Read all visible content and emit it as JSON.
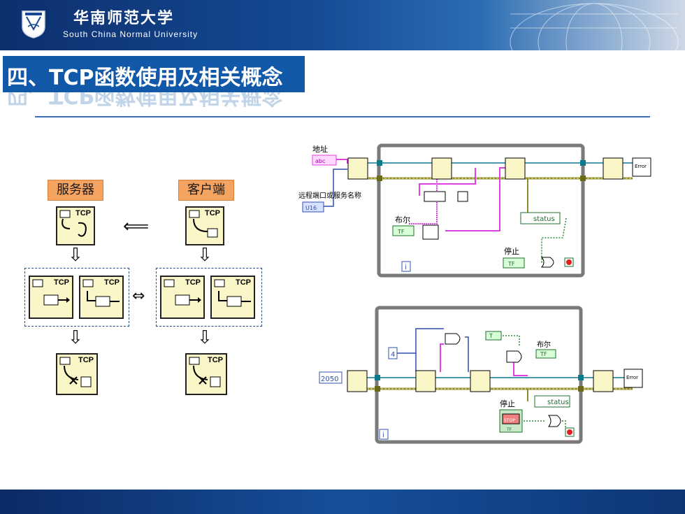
{
  "header": {
    "university_cn": "华南师范大学",
    "university_en": "South China Normal University"
  },
  "slide": {
    "title": "四、TCP函数使用及相关概念"
  },
  "flow": {
    "server_label": "服务器",
    "client_label": "客户端",
    "tcp_text": "TCP",
    "arrow_left": "⟸",
    "arrow_both": "⇔",
    "arrow_down": "⇩"
  },
  "block_top": {
    "address_label": "地址",
    "address_const": "abc",
    "port_label": "远程端口或服务名称",
    "port_const": "U16",
    "bool_label": "布尔",
    "bool_const": "TF",
    "stop_label": "停止",
    "stop_const": "TF",
    "status_label": "status",
    "loop_index": "i",
    "error_text": "Error"
  },
  "block_bottom": {
    "port_value": "2050",
    "num_const": "4",
    "bool_label": "布尔",
    "true_const": "T",
    "bool_indicator": "TF",
    "stop_label": "停止",
    "stop_button": "STOP",
    "stop_tf": "TF",
    "status_label": "status",
    "loop_index": "i",
    "error_text": "Error"
  },
  "colors": {
    "header_blue": "#154a93",
    "title_blue": "#1158a8",
    "tag_orange": "#f4a460",
    "icon_yellow": "#fbf6c8",
    "wire_pink": "#e040e0",
    "wire_blue": "#2f4fb0",
    "wire_olive": "#8a8a2a"
  }
}
